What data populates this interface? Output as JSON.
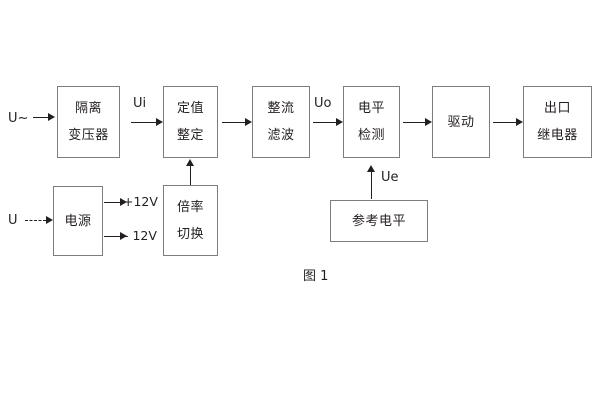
{
  "figure": {
    "caption": "图 1",
    "background_color": "#ffffff",
    "line_color": "#7d7d7d",
    "text_color": "#231f20"
  },
  "blocks": [
    {
      "id": "isolation-transformer",
      "lines": [
        "隔离",
        "变压器"
      ]
    },
    {
      "id": "setting-value",
      "lines": [
        "定值",
        "整定"
      ]
    },
    {
      "id": "rectify-filter",
      "lines": [
        "整流",
        "滤波"
      ]
    },
    {
      "id": "level-detection",
      "lines": [
        "电平",
        "检测"
      ]
    },
    {
      "id": "drive",
      "lines": [
        "驱动"
      ]
    },
    {
      "id": "output-relay",
      "lines": [
        "出口",
        "继电器"
      ]
    },
    {
      "id": "power-supply",
      "lines": [
        "电源"
      ]
    },
    {
      "id": "multiplier-switch",
      "lines": [
        "倍率",
        "切换"
      ]
    },
    {
      "id": "reference-level",
      "lines": [
        "参考电平"
      ]
    }
  ],
  "labels": {
    "input_ac": "U~",
    "input_dc": "U",
    "signal_ui": "Ui",
    "signal_uo": "Uo",
    "signal_ue": "Ue",
    "rail_positive": "+12V",
    "rail_negative": "- 12V"
  }
}
